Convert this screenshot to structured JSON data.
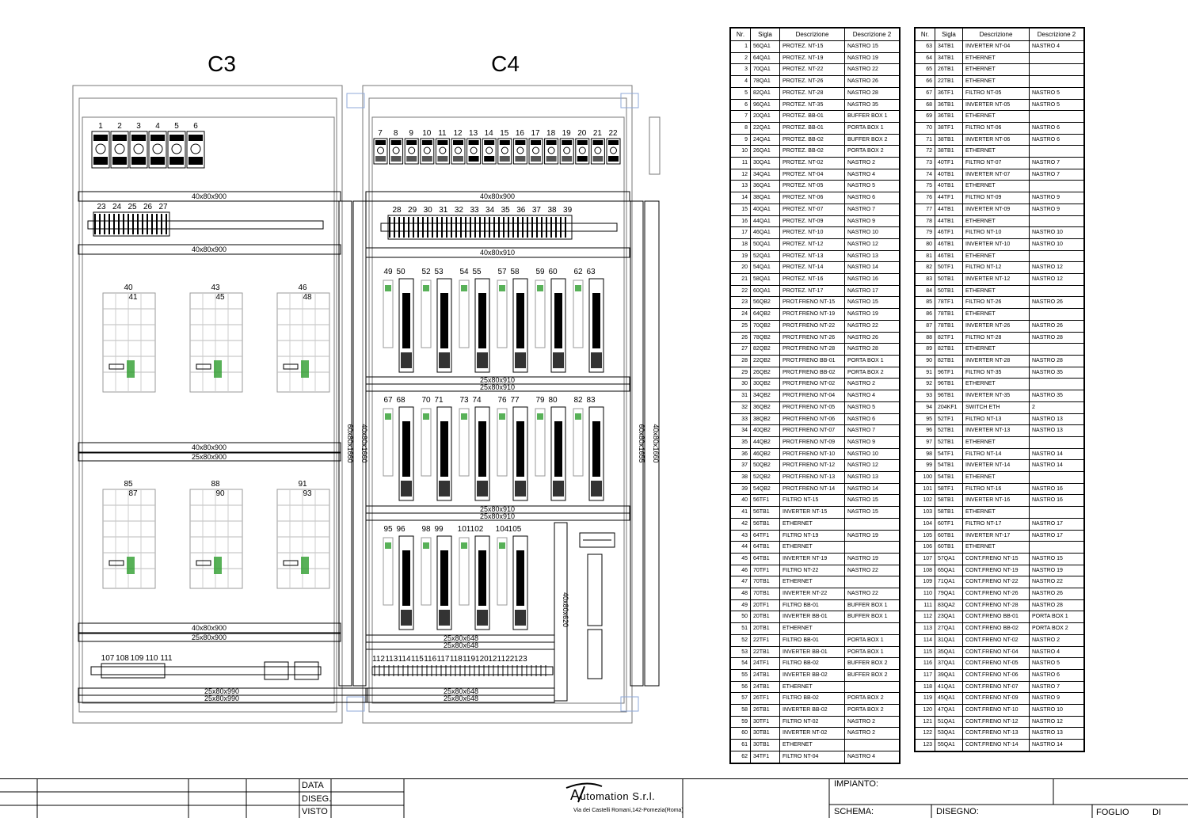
{
  "cabinets": {
    "left": "C3",
    "right": "C4"
  },
  "c3": {
    "breakers_nums": [
      "1",
      "2",
      "3",
      "4",
      "5",
      "6"
    ],
    "terminal_nums": [
      "23",
      "24",
      "25",
      "26",
      "27"
    ],
    "panel_top": [
      "40",
      "43",
      "46"
    ],
    "panel_sub": [
      "41",
      "45",
      "48"
    ],
    "panel_bot": [
      "85",
      "88",
      "91"
    ],
    "panel_bot_sub": [
      "87",
      "90",
      "93"
    ],
    "strip_nums": [
      "107",
      "108",
      "109",
      "110",
      "111"
    ]
  },
  "c4": {
    "breakers_nums": [
      "7",
      "8",
      "9",
      "10",
      "11",
      "12",
      "13",
      "14",
      "15",
      "16",
      "17",
      "18",
      "19",
      "20",
      "21",
      "22"
    ],
    "terminal_nums": [
      "28",
      "29",
      "30",
      "31",
      "32",
      "33",
      "34",
      "35",
      "36",
      "37",
      "38",
      "39"
    ],
    "row1_nums": [
      "49",
      "50",
      "52",
      "53",
      "54",
      "55",
      "57",
      "58",
      "59",
      "60",
      "62",
      "63"
    ],
    "row2_nums": [
      "67",
      "68",
      "70",
      "71",
      "73",
      "74",
      "76",
      "77",
      "79",
      "80",
      "82",
      "83"
    ],
    "row3_nums": [
      "95",
      "96",
      "98",
      "99",
      "101",
      "102",
      "104",
      "105"
    ],
    "strip_nums": [
      "112",
      "113",
      "114",
      "115",
      "116",
      "117",
      "118",
      "119",
      "120",
      "121",
      "122",
      "123"
    ]
  },
  "ducts": {
    "d900": "40x80x900",
    "d910": "40x80x910",
    "d25_910": "25x80x910",
    "d25_900": "25x80x900",
    "d25_990": "25x80x990",
    "d25_648": "25x80x648",
    "v1660": "40x80x1660",
    "v60_1660": "60x80x1660",
    "v60_1655": "60x80x1655",
    "v620": "40x80x620"
  },
  "table_headers": [
    "Nr.",
    "Sigla",
    "Descrizione",
    "Descrizione 2"
  ],
  "table1": [
    [
      "1",
      "56QA1",
      "PROTEZ. NT-15",
      "NASTRO 15"
    ],
    [
      "2",
      "64QA1",
      "PROTEZ. NT-19",
      "NASTRO 19"
    ],
    [
      "3",
      "70QA1",
      "PROTEZ. NT-22",
      "NASTRO 22"
    ],
    [
      "4",
      "78QA1",
      "PROTEZ. NT-26",
      "NASTRO 26"
    ],
    [
      "5",
      "82QA1",
      "PROTEZ. NT-28",
      "NASTRO 28"
    ],
    [
      "6",
      "96QA1",
      "PROTEZ. NT-35",
      "NASTRO 35"
    ],
    [
      "7",
      "20QA1",
      "PROTEZ. BB-01",
      "BUFFER BOX 1"
    ],
    [
      "8",
      "22QA1",
      "PROTEZ. BB-01",
      "PORTA BOX 1"
    ],
    [
      "9",
      "24QA1",
      "PROTEZ. BB-02",
      "BUFFER BOX 2"
    ],
    [
      "10",
      "26QA1",
      "PROTEZ. BB-02",
      "PORTA BOX 2"
    ],
    [
      "11",
      "30QA1",
      "PROTEZ. NT-02",
      "NASTRO 2"
    ],
    [
      "12",
      "34QA1",
      "PROTEZ. NT-04",
      "NASTRO 4"
    ],
    [
      "13",
      "36QA1",
      "PROTEZ. NT-05",
      "NASTRO 5"
    ],
    [
      "14",
      "38QA1",
      "PROTEZ. NT-06",
      "NASTRO 6"
    ],
    [
      "15",
      "40QA1",
      "PROTEZ. NT-07",
      "NASTRO 7"
    ],
    [
      "16",
      "44QA1",
      "PROTEZ. NT-09",
      "NASTRO 9"
    ],
    [
      "17",
      "46QA1",
      "PROTEZ. NT-10",
      "NASTRO 10"
    ],
    [
      "18",
      "50QA1",
      "PROTEZ. NT-12",
      "NASTRO 12"
    ],
    [
      "19",
      "52QA1",
      "PROTEZ. NT-13",
      "NASTRO 13"
    ],
    [
      "20",
      "54QA1",
      "PROTEZ. NT-14",
      "NASTRO 14"
    ],
    [
      "21",
      "58QA1",
      "PROTEZ. NT-16",
      "NASTRO 16"
    ],
    [
      "22",
      "60QA1",
      "PROTEZ. NT-17",
      "NASTRO 17"
    ],
    [
      "23",
      "56QB2",
      "PROT.FRENO NT-15",
      "NASTRO 15"
    ],
    [
      "24",
      "64QB2",
      "PROT.FRENO NT-19",
      "NASTRO 19"
    ],
    [
      "25",
      "70QB2",
      "PROT.FRENO NT-22",
      "NASTRO 22"
    ],
    [
      "26",
      "78QB2",
      "PROT.FRENO NT-26",
      "NASTRO 26"
    ],
    [
      "27",
      "82QB2",
      "PROT.FRENO NT-28",
      "NASTRO 28"
    ],
    [
      "28",
      "22QB2",
      "PROT.FRENO BB-01",
      "PORTA BOX 1"
    ],
    [
      "29",
      "26QB2",
      "PROT.FRENO BB-02",
      "PORTA BOX 2"
    ],
    [
      "30",
      "30QB2",
      "PROT.FRENO NT-02",
      "NASTRO 2"
    ],
    [
      "31",
      "34QB2",
      "PROT.FRENO NT-04",
      "NASTRO 4"
    ],
    [
      "32",
      "36QB2",
      "PROT.FRENO NT-05",
      "NASTRO 5"
    ],
    [
      "33",
      "38QB2",
      "PROT.FRENO NT-06",
      "NASTRO 6"
    ],
    [
      "34",
      "40QB2",
      "PROT.FRENO NT-07",
      "NASTRO 7"
    ],
    [
      "35",
      "44QB2",
      "PROT.FRENO NT-09",
      "NASTRO 9"
    ],
    [
      "36",
      "46QB2",
      "PROT.FRENO NT-10",
      "NASTRO 10"
    ],
    [
      "37",
      "50QB2",
      "PROT.FRENO NT-12",
      "NASTRO 12"
    ],
    [
      "38",
      "52QB2",
      "PROT.FRENO NT-13",
      "NASTRO 13"
    ],
    [
      "39",
      "54QB2",
      "PROT.FRENO NT-14",
      "NASTRO 14"
    ],
    [
      "40",
      "56TF1",
      "FILTRO NT-15",
      "NASTRO 15"
    ],
    [
      "41",
      "56TB1",
      "INVERTER NT-15",
      "NASTRO 15"
    ],
    [
      "42",
      "56TB1",
      "ETHERNET",
      ""
    ],
    [
      "43",
      "64TF1",
      "FILTRO NT-19",
      "NASTRO 19"
    ],
    [
      "44",
      "64TB1",
      "ETHERNET",
      ""
    ],
    [
      "45",
      "64TB1",
      "INVERTER NT-19",
      "NASTRO 19"
    ],
    [
      "46",
      "70TF1",
      "FILTRO NT-22",
      "NASTRO 22"
    ],
    [
      "47",
      "70TB1",
      "ETHERNET",
      ""
    ],
    [
      "48",
      "70TB1",
      "INVERTER NT-22",
      "NASTRO 22"
    ],
    [
      "49",
      "20TF1",
      "FILTRO BB-01",
      "BUFFER BOX 1"
    ],
    [
      "50",
      "20TB1",
      "INVERTER BB-01",
      "BUFFER BOX 1"
    ],
    [
      "51",
      "20TB1",
      "ETHERNET",
      ""
    ],
    [
      "52",
      "22TF1",
      "FILTRO BB-01",
      "PORTA BOX 1"
    ],
    [
      "53",
      "22TB1",
      "INVERTER BB-01",
      "PORTA BOX 1"
    ],
    [
      "54",
      "24TF1",
      "FILTRO BB-02",
      "BUFFER BOX 2"
    ],
    [
      "55",
      "24TB1",
      "INVERTER BB-02",
      "BUFFER BOX 2"
    ],
    [
      "56",
      "24TB1",
      "ETHERNET",
      ""
    ],
    [
      "57",
      "26TF1",
      "FILTRO BB-02",
      "PORTA BOX 2"
    ],
    [
      "58",
      "26TB1",
      "INVERTER BB-02",
      "PORTA BOX 2"
    ],
    [
      "59",
      "30TF1",
      "FILTRO NT-02",
      "NASTRO 2"
    ],
    [
      "60",
      "30TB1",
      "INVERTER NT-02",
      "NASTRO 2"
    ],
    [
      "61",
      "30TB1",
      "ETHERNET",
      ""
    ],
    [
      "62",
      "34TF1",
      "FILTRO NT-04",
      "NASTRO 4"
    ]
  ],
  "table2": [
    [
      "63",
      "34TB1",
      "INVERTER NT-04",
      "NASTRO 4"
    ],
    [
      "64",
      "34TB1",
      "ETHERNET",
      ""
    ],
    [
      "65",
      "26TB1",
      "ETHERNET",
      ""
    ],
    [
      "66",
      "22TB1",
      "ETHERNET",
      ""
    ],
    [
      "67",
      "36TF1",
      "FILTRO NT-05",
      "NASTRO 5"
    ],
    [
      "68",
      "36TB1",
      "INVERTER NT-05",
      "NASTRO 5"
    ],
    [
      "69",
      "36TB1",
      "ETHERNET",
      ""
    ],
    [
      "70",
      "38TF1",
      "FILTRO NT-06",
      "NASTRO 6"
    ],
    [
      "71",
      "38TB1",
      "INVERTER NT-06",
      "NASTRO 6"
    ],
    [
      "72",
      "38TB1",
      "ETHERNET",
      ""
    ],
    [
      "73",
      "40TF1",
      "FILTRO NT-07",
      "NASTRO 7"
    ],
    [
      "74",
      "40TB1",
      "INVERTER NT-07",
      "NASTRO 7"
    ],
    [
      "75",
      "40TB1",
      "ETHERNET",
      ""
    ],
    [
      "76",
      "44TF1",
      "FILTRO NT-09",
      "NASTRO 9"
    ],
    [
      "77",
      "44TB1",
      "INVERTER NT-09",
      "NASTRO 9"
    ],
    [
      "78",
      "44TB1",
      "ETHERNET",
      ""
    ],
    [
      "79",
      "46TF1",
      "FILTRO NT-10",
      "NASTRO 10"
    ],
    [
      "80",
      "46TB1",
      "INVERTER NT-10",
      "NASTRO 10"
    ],
    [
      "81",
      "46TB1",
      "ETHERNET",
      ""
    ],
    [
      "82",
      "50TF1",
      "FILTRO NT-12",
      "NASTRO 12"
    ],
    [
      "83",
      "50TB1",
      "INVERTER NT-12",
      "NASTRO 12"
    ],
    [
      "84",
      "50TB1",
      "ETHERNET",
      ""
    ],
    [
      "85",
      "78TF1",
      "FILTRO NT-26",
      "NASTRO 26"
    ],
    [
      "86",
      "78TB1",
      "ETHERNET",
      ""
    ],
    [
      "87",
      "78TB1",
      "INVERTER NT-26",
      "NASTRO 26"
    ],
    [
      "88",
      "82TF1",
      "FILTRO NT-28",
      "NASTRO 28"
    ],
    [
      "89",
      "82TB1",
      "ETHERNET",
      ""
    ],
    [
      "90",
      "82TB1",
      "INVERTER NT-28",
      "NASTRO 28"
    ],
    [
      "91",
      "96TF1",
      "FILTRO NT-35",
      "NASTRO 35"
    ],
    [
      "92",
      "96TB1",
      "ETHERNET",
      ""
    ],
    [
      "93",
      "96TB1",
      "INVERTER NT-35",
      "NASTRO 35"
    ],
    [
      "94",
      "204KF1",
      "SWITCH ETH",
      "2"
    ],
    [
      "95",
      "52TF1",
      "FILTRO NT-13",
      "NASTRO 13"
    ],
    [
      "96",
      "52TB1",
      "INVERTER NT-13",
      "NASTRO 13"
    ],
    [
      "97",
      "52TB1",
      "ETHERNET",
      ""
    ],
    [
      "98",
      "54TF1",
      "FILTRO NT-14",
      "NASTRO 14"
    ],
    [
      "99",
      "54TB1",
      "INVERTER NT-14",
      "NASTRO 14"
    ],
    [
      "100",
      "54TB1",
      "ETHERNET",
      ""
    ],
    [
      "101",
      "58TF1",
      "FILTRO NT-16",
      "NASTRO 16"
    ],
    [
      "102",
      "58TB1",
      "INVERTER NT-16",
      "NASTRO 16"
    ],
    [
      "103",
      "58TB1",
      "ETHERNET",
      ""
    ],
    [
      "104",
      "60TF1",
      "FILTRO NT-17",
      "NASTRO 17"
    ],
    [
      "105",
      "60TB1",
      "INVERTER NT-17",
      "NASTRO 17"
    ],
    [
      "106",
      "60TB1",
      "ETHERNET",
      ""
    ],
    [
      "107",
      "57QA1",
      "CONT.FRENO NT-15",
      "NASTRO 15"
    ],
    [
      "108",
      "65QA1",
      "CONT.FRENO NT-19",
      "NASTRO 19"
    ],
    [
      "109",
      "71QA1",
      "CONT.FRENO NT-22",
      "NASTRO 22"
    ],
    [
      "110",
      "79QA1",
      "CONT.FRENO NT-26",
      "NASTRO 26"
    ],
    [
      "111",
      "83QA2",
      "CONT.FRENO NT-28",
      "NASTRO 28"
    ],
    [
      "112",
      "23QA1",
      "CONT.FRENO BB-01",
      "PORTA BOX 1"
    ],
    [
      "113",
      "27QA1",
      "CONT.FRENO BB-02",
      "PORTA BOX 2"
    ],
    [
      "114",
      "31QA1",
      "CONT.FRENO NT-02",
      "NASTRO 2"
    ],
    [
      "115",
      "35QA1",
      "CONT.FRENO NT-04",
      "NASTRO 4"
    ],
    [
      "116",
      "37QA1",
      "CONT.FRENO NT-05",
      "NASTRO 5"
    ],
    [
      "117",
      "39QA1",
      "CONT.FRENO NT-06",
      "NASTRO 6"
    ],
    [
      "118",
      "41QA1",
      "CONT.FRENO NT-07",
      "NASTRO 7"
    ],
    [
      "119",
      "45QA1",
      "CONT.FRENO NT-09",
      "NASTRO 9"
    ],
    [
      "120",
      "47QA1",
      "CONT.FRENO NT-10",
      "NASTRO 10"
    ],
    [
      "121",
      "51QA1",
      "CONT.FRENO NT-12",
      "NASTRO 12"
    ],
    [
      "122",
      "53QA1",
      "CONT.FRENO NT-13",
      "NASTRO 13"
    ],
    [
      "123",
      "55QA1",
      "CONT.FRENO NT-14",
      "NASTRO 14"
    ]
  ],
  "title_block": {
    "data": "DATA",
    "diseg": "DISEG.",
    "visto": "VISTO",
    "company": "Automation S.r.l.",
    "logo_letter": "A",
    "logo_rest": "utomation",
    "logo_srl": "S.r.l.",
    "address": "Via dei Castelli Romani,142-Pomezia(Roma)",
    "impianto": "IMPIANTO:",
    "schema": "SCHEMA:",
    "disegno": "DISEGNO:",
    "foglio": "FOGLIO",
    "di": "DI"
  },
  "colors": {
    "line": "#000000",
    "accent_green": "#2e9e2e",
    "frame_gray": "#777777",
    "light_blue": "#8fa8d8"
  }
}
